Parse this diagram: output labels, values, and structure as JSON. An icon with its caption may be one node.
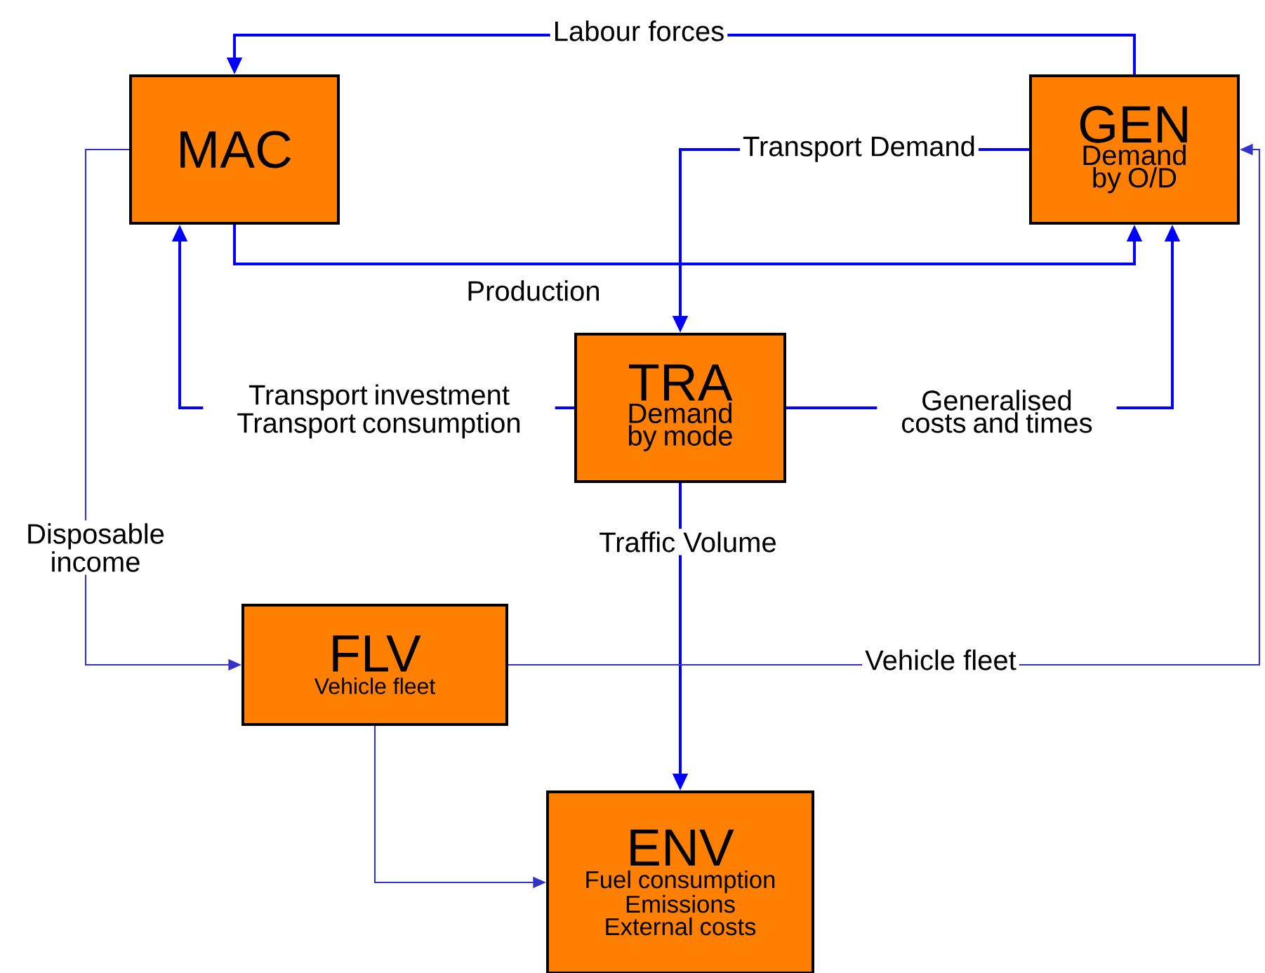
{
  "diagram": {
    "nodes": [
      {
        "text": [
          "MAC"
        ]
      },
      {
        "text": [
          "GEN",
          "Demand by O/D"
        ]
      },
      {
        "text": [
          "TRA",
          "Demand by mode"
        ]
      },
      {
        "text": [
          "FLV",
          "Vehicle fleet"
        ]
      },
      {
        "text": [
          "ENV",
          "Fuel consumption Emissions External costs"
        ]
      }
    ],
    "edges": [
      {
        "from": 1,
        "to": 0,
        "arrow": "to",
        "label": "Labour forces"
      },
      {
        "from": 1,
        "to": 2,
        "arrow": "to",
        "label": "Transport Demand"
      },
      {
        "from": 0,
        "to": 1,
        "arrow": "to",
        "label": "Production"
      },
      {
        "from": 2,
        "to": 0,
        "arrow": "to",
        "label": "Transport investment Transport consumption"
      },
      {
        "from": 2,
        "to": 1,
        "arrow": "to",
        "label": "Generalised costs and times"
      },
      {
        "from": 0,
        "to": 3,
        "arrow": "to",
        "label": "Disposable income",
        "color": "#3333cc"
      },
      {
        "from": 2,
        "to": 4,
        "arrow": "to",
        "label": "Traffic Volume"
      },
      {
        "from": 3,
        "to": 4,
        "arrow": "to",
        "color": "#3333cc"
      },
      {
        "from": 3,
        "to": 1,
        "arrow": "to",
        "label": "Vehicle fleet",
        "color": "#3333cc"
      }
    ]
  }
}
